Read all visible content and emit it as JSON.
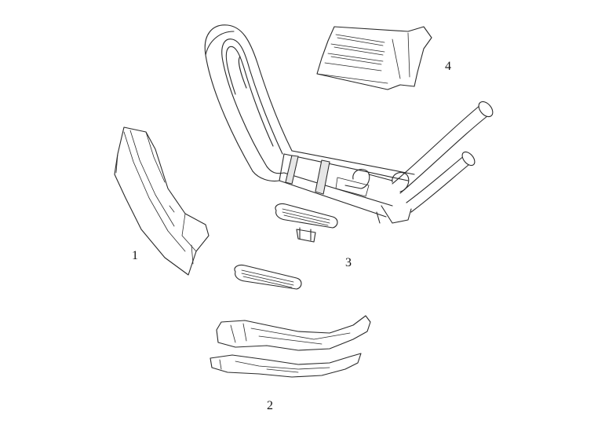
{
  "labels": {
    "part1": "1",
    "part2": "2",
    "part3": "3",
    "part4": "4"
  },
  "colors": {
    "line": "#2a2a2a",
    "background": "#ffffff"
  }
}
